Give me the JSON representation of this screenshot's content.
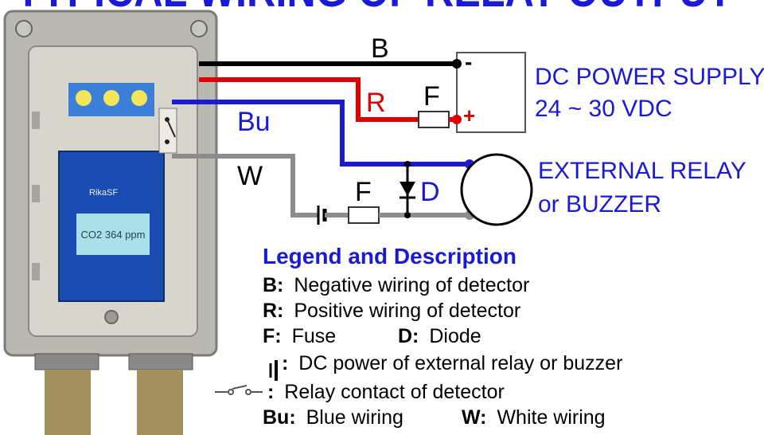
{
  "header_text": "TYPICAL WIRING OF RELAY OUTPUT",
  "wires": {
    "b": "B",
    "r": "R",
    "bu": "Bu",
    "w": "W",
    "f1": "F",
    "f2": "F",
    "d": "D",
    "minus": "-",
    "plus": "+"
  },
  "power_supply": {
    "line1": "DC POWER SUPPLY",
    "line2": "24 ~ 30 VDC"
  },
  "relay": {
    "line1": "EXTERNAL RELAY",
    "line2": "or BUZZER"
  },
  "device": {
    "brand": "RikaSF",
    "display": "CO2 364 ppm"
  },
  "legend": {
    "title": "Legend and Description",
    "b_key": "B:",
    "b_text": "Negative wiring of detector",
    "r_key": "R:",
    "r_text": "Positive wiring of detector",
    "f_key": "F:",
    "f_text": "Fuse",
    "d_key": "D:",
    "d_text": "Diode",
    "dc_key": ":",
    "dc_text": "DC power of external relay or buzzer",
    "rc_key": ":",
    "rc_text": "Relay contact of detector",
    "bu_key": "Bu:",
    "bu_text": "Blue wiring",
    "w_key": "W:",
    "w_text": "White wiring"
  },
  "colors": {
    "black_wire": "#000000",
    "red_wire": "#e00000",
    "blue_wire": "#1a1ad6",
    "white_wire": "#8c8c8c",
    "label_blue": "#1a1ad6"
  }
}
